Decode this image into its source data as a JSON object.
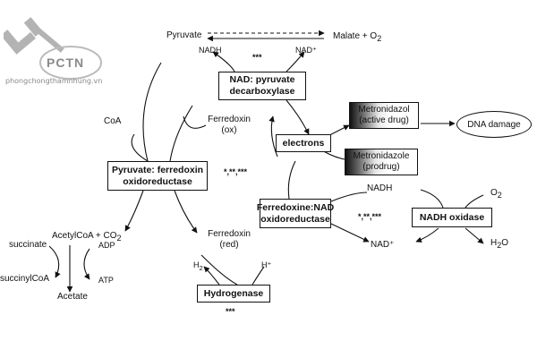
{
  "watermark": {
    "brand": "PCTN",
    "site": "phongchongthamnhung.vn"
  },
  "top": {
    "pyruvate": "Pyruvate",
    "malate": "Malate + O",
    "malate_sub": "2",
    "nadh": "NADH",
    "nad_plus": "NAD⁺",
    "stars": "***"
  },
  "boxes": {
    "nad_pyruvate_line1": "NAD: pyruvate",
    "nad_pyruvate_line2": "decarboxylase",
    "pfor_line1": "Pyruvate: ferredoxin",
    "pfor_line2": "oxidoreductase",
    "electrons": "electrons",
    "fnad_line1": "Ferredoxine:NAD",
    "fnad_line2": "oxidoreductase",
    "nadh_oxidase": "NADH oxidase",
    "hydrogenase": "Hydrogenase"
  },
  "drugs": {
    "active_line1": "Metronidazol",
    "active_line2": "(active drug)",
    "prodrug_line1": "Metronidazole",
    "prodrug_line2": "(prodrug)",
    "dna_damage": "DNA damage"
  },
  "labels": {
    "coa": "CoA",
    "fd_ox_1": "Ferredoxin",
    "fd_ox_2": "(ox)",
    "fd_red_1": "Ferredoxin",
    "fd_red_2": "(red)",
    "pfor_stars": "*,**,***",
    "fnad_stars": "*,**,***",
    "hydro_stars": "***",
    "nadh_right": "NADH",
    "o2_right": "O",
    "o2_sub": "2",
    "nad_plus_bottom": "NAD⁺",
    "h2o": "H",
    "h2o_sub": "2",
    "h2o_tail": "O",
    "h2": "H",
    "h2_sub": "2",
    "h_plus": "H⁺",
    "acetylcoa": "AcetylCoA + CO",
    "acetylcoa_sub": "2",
    "succinate": "succinate",
    "adp": "ADP",
    "succinylcoa": "succinylCoA",
    "atp": "ATP",
    "acetate": "Acetate"
  }
}
